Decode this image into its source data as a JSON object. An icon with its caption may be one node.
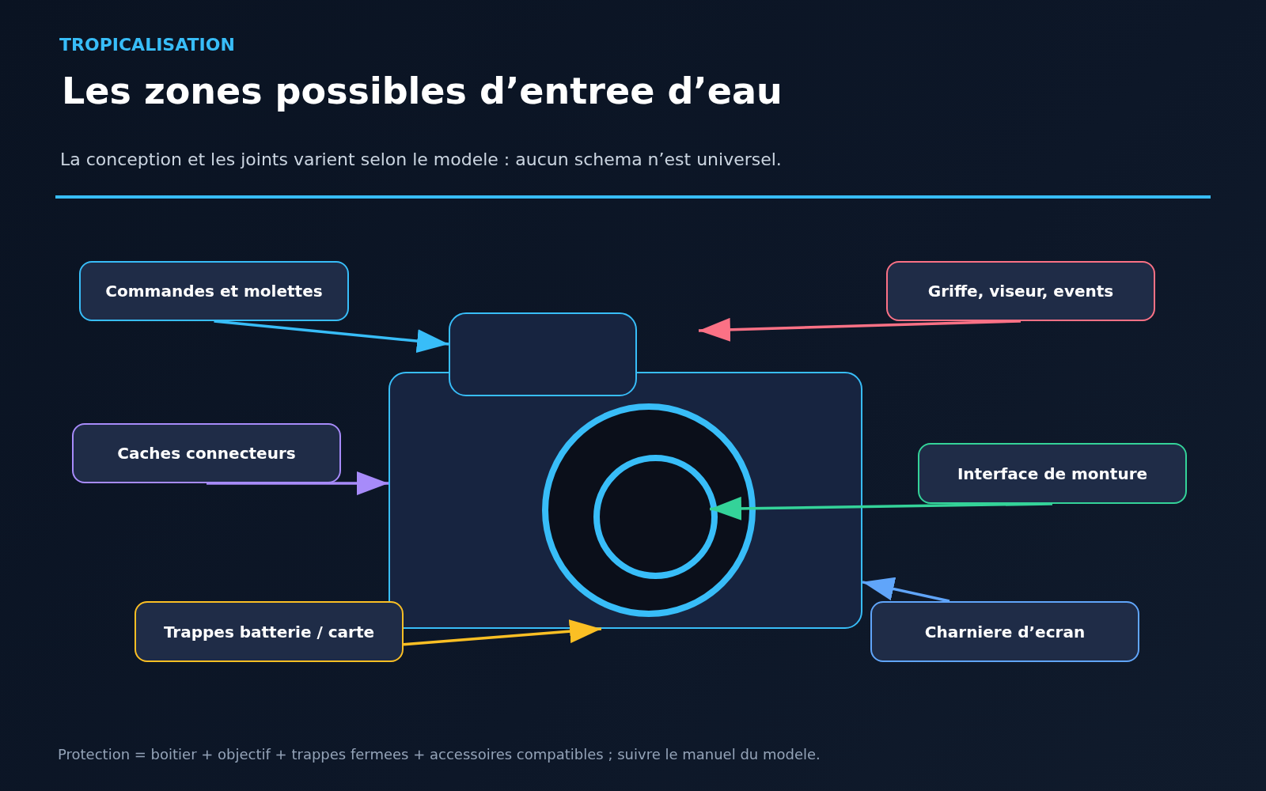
{
  "diagram": {
    "title": "Les zones possibles d’entree d’eau",
    "caption": "Protection = boitier + objectif + trappes fermees + accessoires compatibles ; suivre le manuel du modele.",
    "nodes": [
      {
        "text": [
          "Commandes et molettes"
        ]
      },
      {
        "text": [
          "Griffe, viseur, events"
        ]
      },
      {
        "text": [
          "Caches connecteurs"
        ]
      },
      {
        "text": [
          "Interface de monture"
        ]
      },
      {
        "text": [
          "Trappes batterie / carte"
        ]
      },
      {
        "text": [
          "Charniere d’ecran"
        ]
      },
      {
        "text": [],
        "shape": "box"
      },
      {
        "text": [],
        "shape": "box"
      },
      {
        "text": [],
        "shape": "circle",
        "in": 7
      },
      {
        "text": [],
        "shape": "circle",
        "in": 8
      }
    ],
    "edges": [
      {
        "from": 0,
        "to": 6,
        "arrow": "to",
        "color": "#38bdf8"
      },
      {
        "from": 1,
        "to": null,
        "arrow": "to",
        "color": "#fb7185"
      },
      {
        "from": 2,
        "to": 7,
        "arrow": "to",
        "color": "#a78bfa"
      },
      {
        "from": 3,
        "to": 9,
        "arrow": "to",
        "color": "#34d399"
      },
      {
        "from": 4,
        "to": 7,
        "arrow": "to",
        "color": "#fbbf24"
      },
      {
        "from": 5,
        "to": 7,
        "arrow": "to",
        "color": "#60a5fa"
      }
    ],
    "labels": [
      "TROPICALISATION",
      "La conception et les joints varient selon le modele : aucun schema n’est universel."
    ]
  }
}
